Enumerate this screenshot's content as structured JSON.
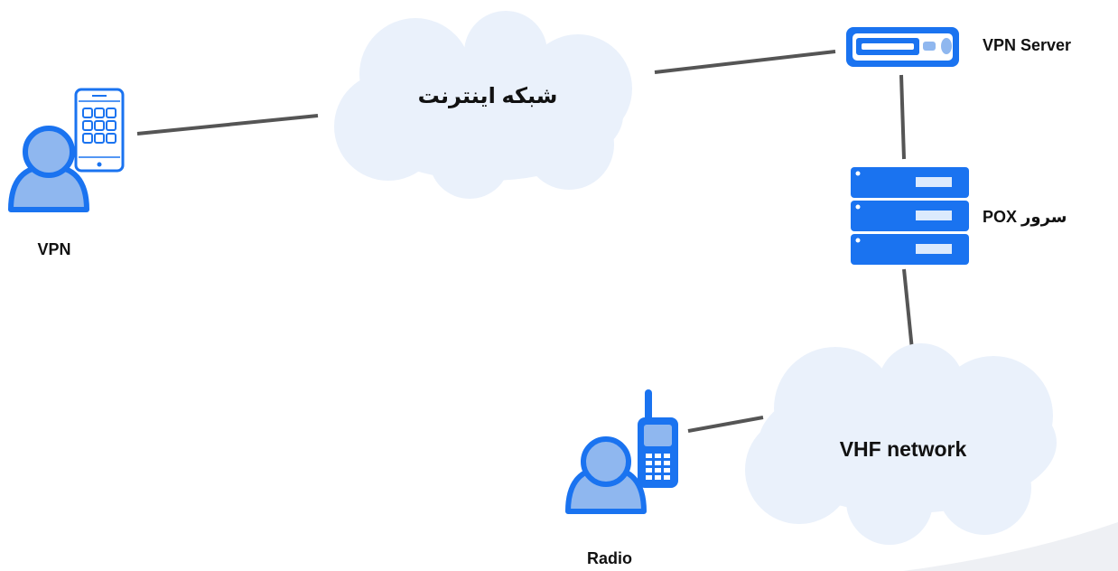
{
  "diagram": {
    "nodes": {
      "internet_cloud": {
        "label": "شبکه اینترنت"
      },
      "vhf_cloud": {
        "label": "VHF network"
      },
      "vpn_server": {
        "label": "VPN Server"
      },
      "pox_server": {
        "label": "سرور POX"
      },
      "vpn_user": {
        "label": "VPN"
      },
      "radio_user": {
        "label": "Radio"
      }
    },
    "edges": [
      {
        "from": "vpn_user",
        "to": "internet_cloud"
      },
      {
        "from": "internet_cloud",
        "to": "vpn_server"
      },
      {
        "from": "vpn_server",
        "to": "pox_server"
      },
      {
        "from": "pox_server",
        "to": "vhf_cloud"
      },
      {
        "from": "vhf_cloud",
        "to": "radio_user"
      }
    ],
    "colors": {
      "accent": "#1a73f0",
      "accent_light": "#8fb7ef",
      "cloud_fill": "#eaf1fb",
      "connector": "#555555"
    }
  }
}
